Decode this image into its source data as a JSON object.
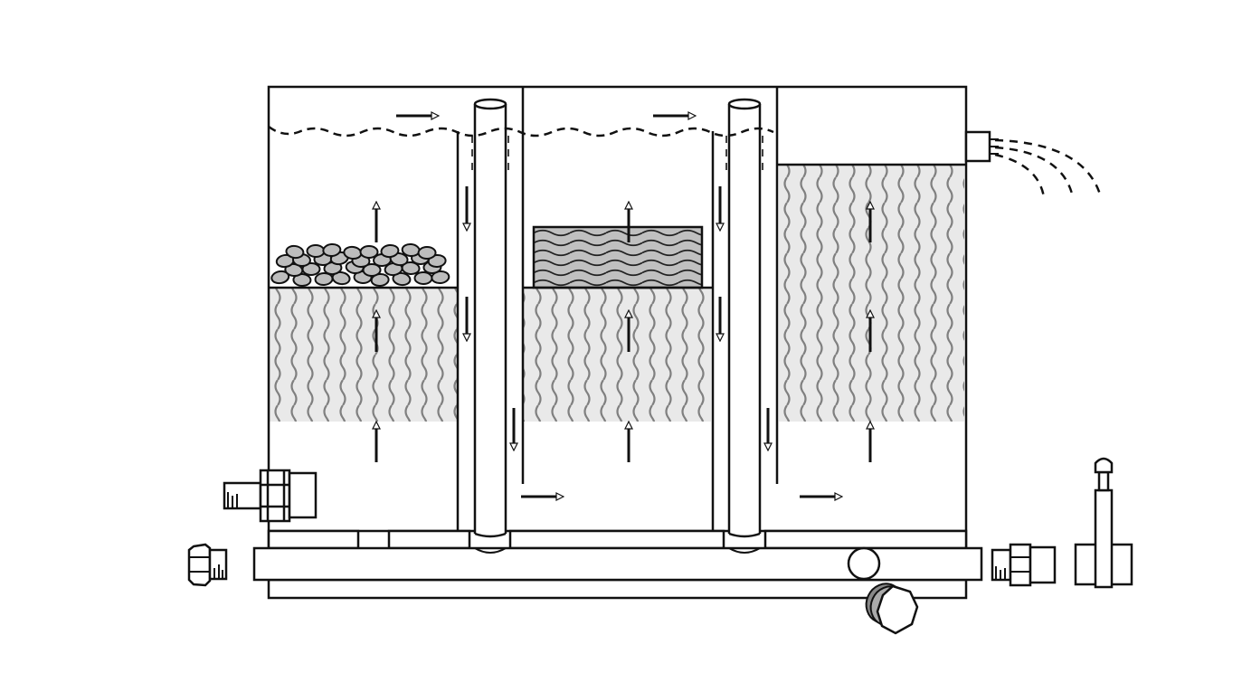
{
  "diagram": {
    "type": "filtration-tank-cross-section",
    "chambers": [
      {
        "name": "chamber-1",
        "media": [
          "gravel-pebbles",
          "wavy-fiber-media"
        ]
      },
      {
        "name": "chamber-2",
        "media": [
          "dense-foam-pad",
          "wavy-fiber-media"
        ]
      },
      {
        "name": "chamber-3",
        "media": [
          "wavy-fiber-media"
        ]
      }
    ],
    "flow": "up-over-down-through-transfer-tubes",
    "colors": {
      "line": "#111111",
      "media_light": "#e9e9e9",
      "media_wave": "#808080",
      "foam_pad": "#c0c0c0",
      "pebble": "#bdbdbd",
      "background": "#ffffff"
    },
    "fittings": [
      "inlet-fitting-left",
      "end-cap-left",
      "outlet-spout-right",
      "end-fitting-right",
      "valve-right",
      "drain-plug-bottom"
    ]
  }
}
